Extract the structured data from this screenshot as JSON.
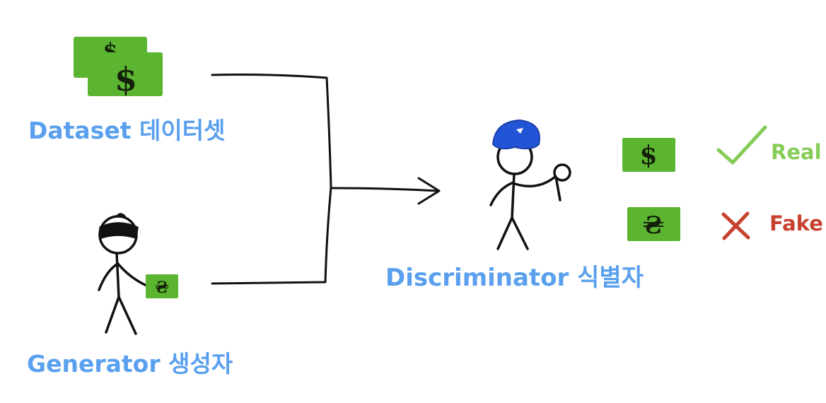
{
  "dataset": {
    "label": "Dataset 데이터셋",
    "symbol": "$"
  },
  "generator": {
    "label": "Generator 생성자",
    "symbol": "₴"
  },
  "discriminator": {
    "label": "Discriminator 식별자"
  },
  "outcomes": {
    "real": {
      "label": "Real",
      "symbol": "$",
      "icon": "check-icon",
      "color": "#86cc58"
    },
    "fake": {
      "label": "Fake",
      "symbol": "₴",
      "icon": "cross-icon",
      "color": "#c8402e"
    }
  },
  "colors": {
    "label_blue": "#5aa0ee",
    "bill_green": "#5cb531",
    "cap_blue": "#2254d6",
    "line_black": "#111111"
  }
}
